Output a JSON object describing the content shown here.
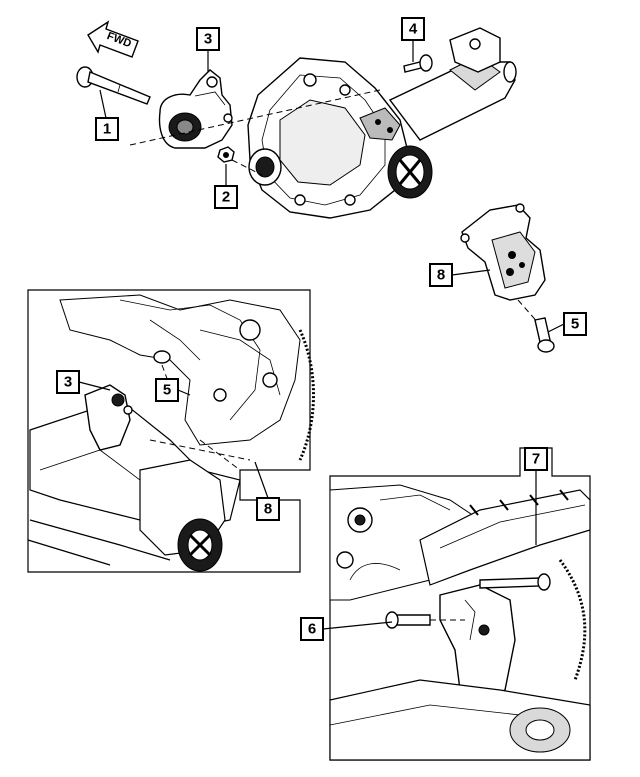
{
  "fwd_arrow": {
    "label": "FWD"
  },
  "callouts": {
    "top_1": "1",
    "top_2": "2",
    "top_3": "3",
    "top_4": "4",
    "top_8": "8",
    "top_5": "5",
    "left_3": "3",
    "left_5": "5",
    "left_8": "8",
    "right_6": "6",
    "right_7": "7"
  }
}
